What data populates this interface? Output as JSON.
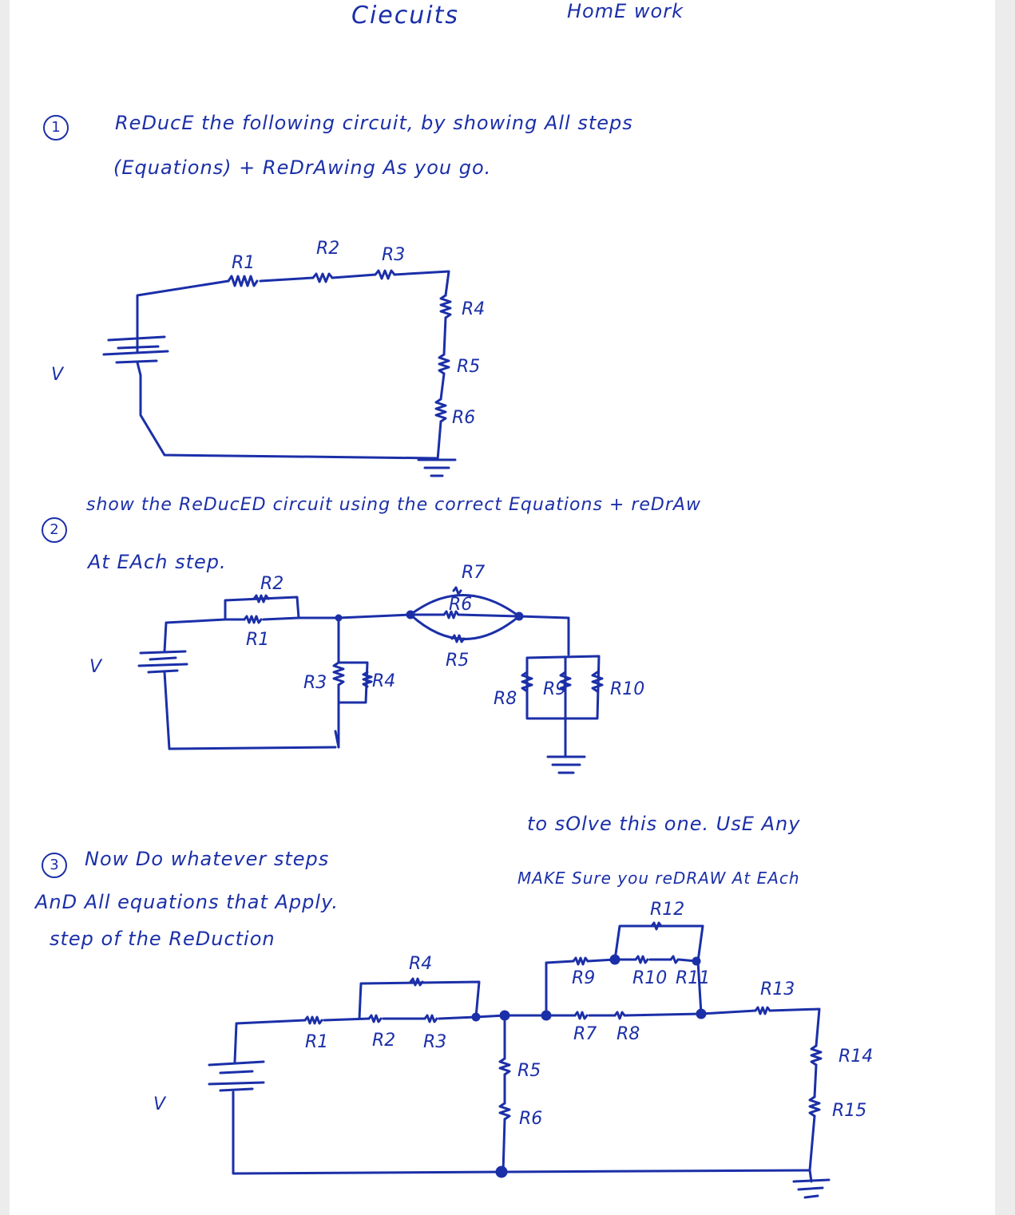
{
  "header": {
    "title": "Ciecuits",
    "subtitle": "HomE work"
  },
  "problem1": {
    "number": "1",
    "line1": "ReDucE the following circuit, by showing All steps",
    "line2": "(Equations) + ReDrAwing As you go."
  },
  "problem2": {
    "number": "2",
    "line1": "show the ReDucED circuit using the correct Equations + reDrAw",
    "line2": "At EAch step."
  },
  "problem3": {
    "number": "3",
    "line0": "to sOlve this one. UsE Any",
    "line1": "Now Do whatever steps",
    "line1b": "MAKE Sure you reDRAW At EAch",
    "line2": "AnD All equations that Apply.",
    "line3": "step of the ReDuction"
  },
  "circuit1": {
    "source": "V",
    "resistors": [
      "R1",
      "R2",
      "R3",
      "R4",
      "R5",
      "R6"
    ]
  },
  "circuit2": {
    "source": "V",
    "resistors": [
      "R1",
      "R2",
      "R3",
      "R4",
      "R5",
      "R6",
      "R7",
      "R8",
      "R9",
      "R10"
    ]
  },
  "circuit3": {
    "source": "V",
    "resistors": [
      "R1",
      "R2",
      "R3",
      "R4",
      "R5",
      "R6",
      "R7",
      "R8",
      "R9",
      "R10",
      "R11",
      "R12",
      "R13",
      "R14",
      "R15"
    ]
  },
  "colors": {
    "ink": "#1b2fa8",
    "paper": "#ffffff",
    "margin": "#ececec"
  }
}
